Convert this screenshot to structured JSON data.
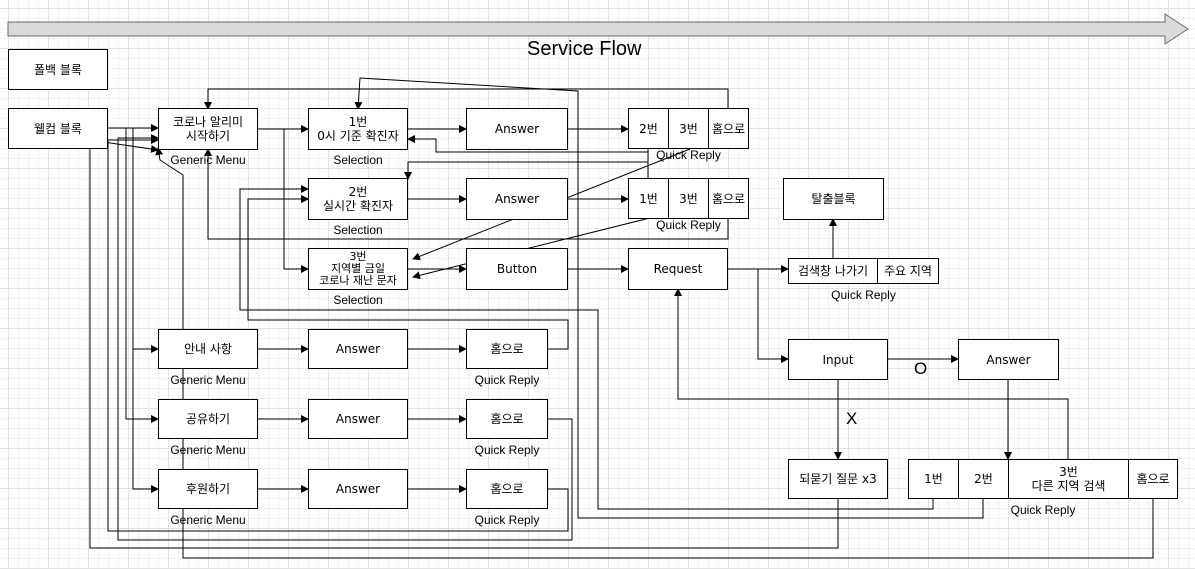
{
  "title": "Service Flow",
  "blocks": {
    "fallback": "폴백 블록",
    "welcome": "웰컴 블록",
    "start": "코로나 알리미\n시작하기",
    "sel1": "1번\n0시 기준 확진자",
    "sel2": "2번\n실시간 확진자",
    "sel3": "3번\n지역별 금일\n코로나 재난 문자",
    "answer1": "Answer",
    "answer2": "Answer",
    "button": "Button",
    "request": "Request",
    "qr1_a": "2번",
    "qr1_b": "3번",
    "qr1_c": "홈으로",
    "qr2_a": "1번",
    "qr2_b": "3번",
    "qr2_c": "홈으로",
    "exit": "탈출블록",
    "search_exit": "검색창 나가기",
    "main_region": "주요 지역",
    "input": "Input",
    "answer_o": "Answer",
    "reask": "되묻기 질문 x3",
    "qr3_a": "1번",
    "qr3_b": "2번",
    "qr3_c": "3번\n다른 지역 검색",
    "qr3_d": "홈으로",
    "notice": "안내 사항",
    "share": "공유하기",
    "sponsor": "후원하기",
    "answer_notice": "Answer",
    "answer_share": "Answer",
    "answer_sponsor": "Answer",
    "home_notice": "홈으로",
    "home_share": "홈으로",
    "home_sponsor": "홈으로"
  },
  "captions": {
    "generic_menu": "Generic Menu",
    "selection": "Selection",
    "quick_reply": "Quick Reply"
  },
  "edge_labels": {
    "o": "O",
    "x": "X"
  }
}
